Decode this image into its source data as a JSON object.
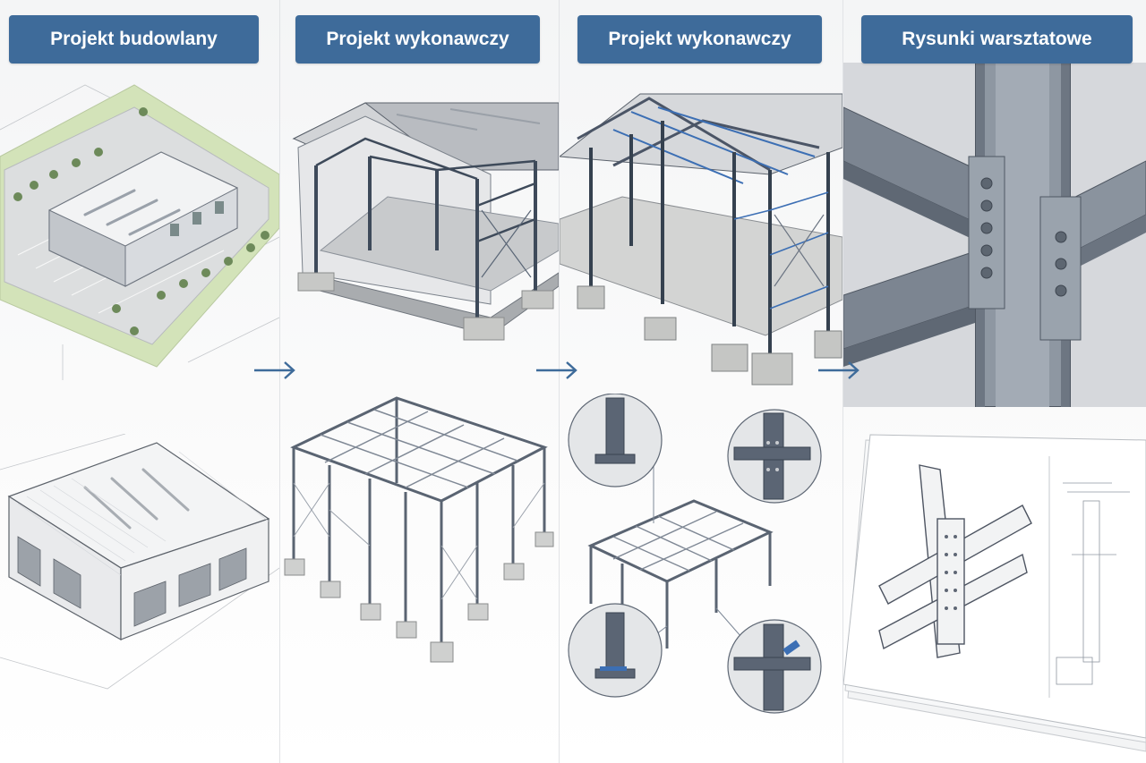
{
  "stages": [
    {
      "title": "Projekt budowlany"
    },
    {
      "title": "Projekt wykonawczy"
    },
    {
      "title": "Projekt wykonawczy"
    },
    {
      "title": "Rysunki warsztatowe"
    }
  ],
  "arrows": [
    {
      "icon": "arrow-right-icon"
    },
    {
      "icon": "arrow-right-icon"
    },
    {
      "icon": "arrow-right-icon"
    }
  ],
  "colors": {
    "header": "#3e6b9a",
    "steel": "#4d5766",
    "steel_light": "#8b939e",
    "accent_blue": "#3c6fb4",
    "site_green": "#cfe0b4",
    "concrete": "#cfcfcc"
  }
}
